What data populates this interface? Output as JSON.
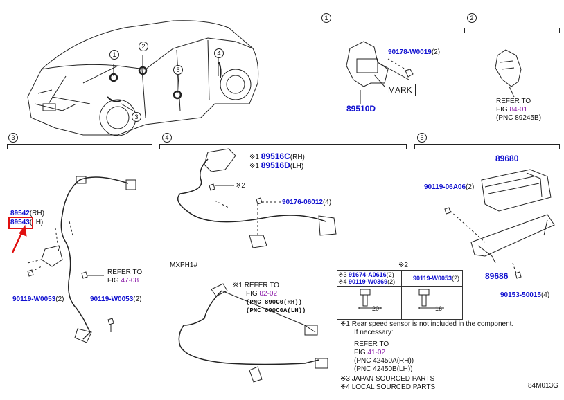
{
  "sections": {
    "s1": {
      "num": "1"
    },
    "s2": {
      "num": "2"
    },
    "s3": {
      "num": "3"
    },
    "s4": {
      "num": "4"
    },
    "s5": {
      "num": "5"
    }
  },
  "car_callouts": [
    "1",
    "2",
    "3",
    "4",
    "5"
  ],
  "section1": {
    "bolt_pn": "90178-W0019",
    "bolt_qty": "(2)",
    "mark_label": "MARK",
    "main_pn": "89510D"
  },
  "section2": {
    "refer_to": "REFER TO",
    "fig_prefix": "FIG ",
    "fig_num": "84-01",
    "pnc": "(PNC 89245B)"
  },
  "section3": {
    "rh_pn": "89542",
    "rh_side": "(RH)",
    "lh_pn": "89543",
    "lh_side": "(LH)",
    "refer_to": "REFER TO",
    "fig_prefix": "FIG ",
    "fig_num": "47-08",
    "bolt1_pn": "90119-W0053",
    "bolt1_qty": "(2)",
    "bolt2_pn": "90119-W0053",
    "bolt2_qty": "(2)"
  },
  "section4": {
    "mark1": "※1 ",
    "c_pn": "89516C",
    "c_side": "(RH)",
    "mark2": "※1 ",
    "d_pn": "89516D",
    "d_side": "(LH)",
    "note2": "※2",
    "bolt_pn": "90176-06012",
    "bolt_qty": "(4)"
  },
  "section5": {
    "ecu_pn": "89680",
    "bolt_pn": "90119-06A06",
    "bolt_qty": "(2)",
    "bracket_pn": "89686",
    "nut_pn": "90153-50015",
    "nut_qty": "(4)"
  },
  "mxph": {
    "label": "MXPH1#",
    "mark": "※1 ",
    "refer_to": "REFER TO",
    "fig_prefix": "FIG ",
    "fig_num": "82-02",
    "pnc1": "(PNC 890C0(RH))",
    "pnc2": "(PNC 890C0A(LH))"
  },
  "fastener_table": {
    "title": "※2",
    "row1": "※3 ",
    "row1_pn": "91674-A0616",
    "row1_qty": "(2)",
    "row2": "※4 ",
    "row2_pn": "90119-W0369",
    "row2_qty": "(2)",
    "right_pn": "90119-W0053",
    "right_qty": "(2)",
    "dim_left": "20",
    "dim_right": "16"
  },
  "notes": {
    "n1": "※1 Rear speed sensor is not included in the component.",
    "n1b": "If necessary:",
    "refer_to": "REFER TO",
    "fig_prefix": "FIG ",
    "fig_num": "41-02",
    "pnc1": "(PNC 42450A(RH))",
    "pnc2": "(PNC 42450B(LH))",
    "n3": "※3 JAPAN SOURCED PARTS",
    "n4": "※4 LOCAL SOURCED PARTS"
  },
  "diagram_code": "84M013G",
  "colors": {
    "part_number": "#1010d0",
    "figure_ref": "#8a1aa8",
    "highlight": "#e01010"
  }
}
